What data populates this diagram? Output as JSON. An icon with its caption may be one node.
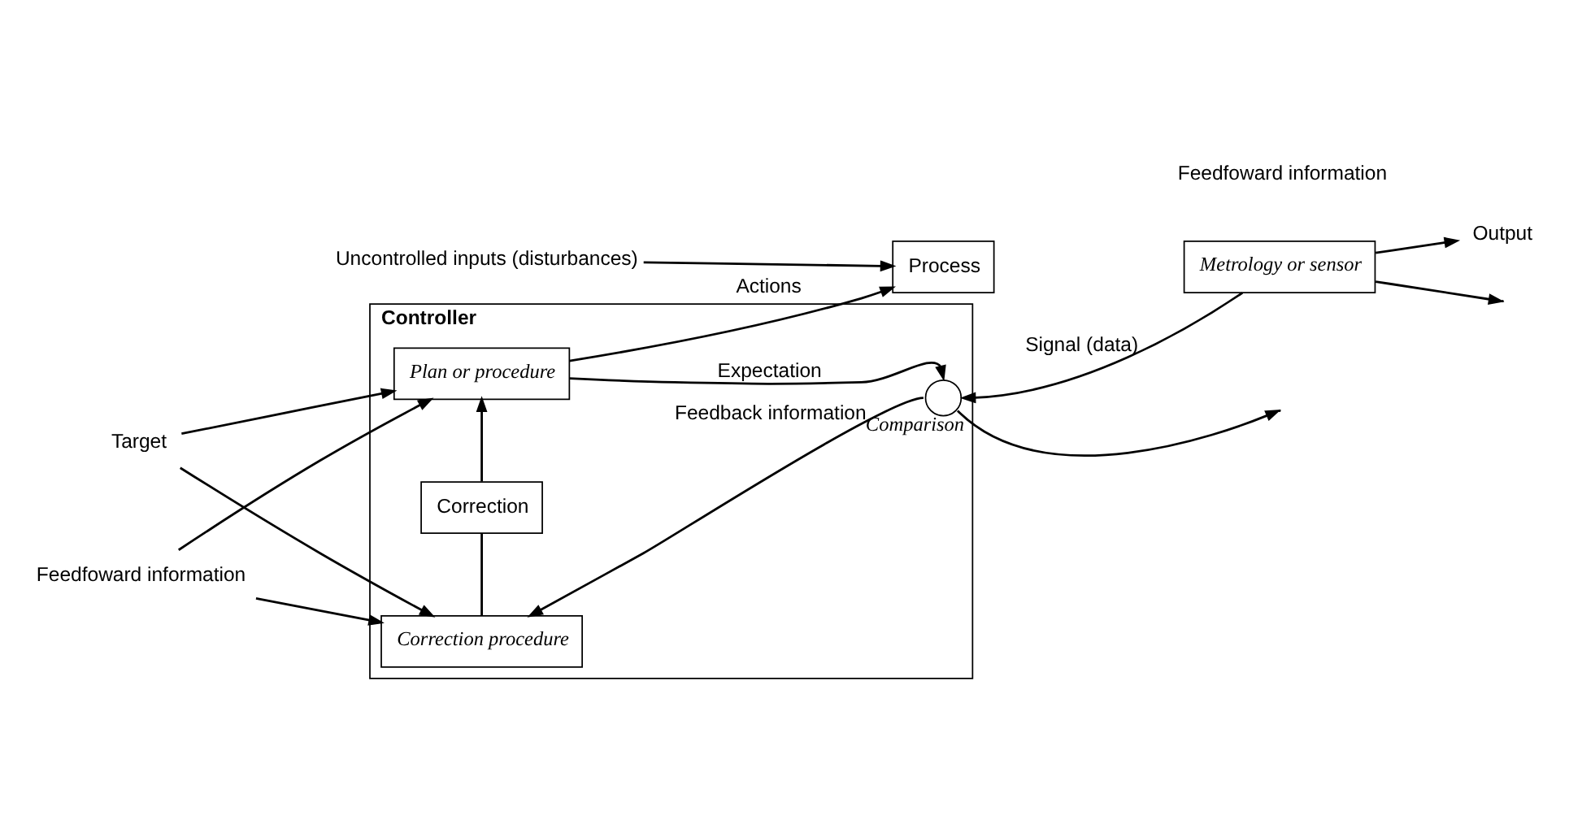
{
  "diagram": {
    "nodes": [
      {
        "text": [
          "Controller"
        ]
      },
      {
        "text": [
          "Target"
        ]
      },
      {
        "text": [
          "Feedfoward information"
        ]
      },
      {
        "text": [
          "Plan or procedure"
        ],
        "in": 0
      },
      {
        "text": [
          "Correction"
        ],
        "in": 0
      },
      {
        "text": [
          "Correction procedure"
        ],
        "in": 0
      },
      {
        "text": [
          "Process"
        ]
      },
      {
        "text": [
          "Uncontrolled inputs (disturbances)"
        ]
      },
      {
        "text": [
          "Metrology or sensor"
        ]
      },
      {
        "text": [
          "Output"
        ]
      },
      {
        "text": [],
        "shape": "circle",
        "beside": [
          "Comparison"
        ],
        "in": 0
      }
    ],
    "edges": [
      {
        "from": 1,
        "to": 3,
        "arrow": "to"
      },
      {
        "from": 1,
        "to": 5,
        "arrow": "to"
      },
      {
        "from": 2,
        "to": 3,
        "arrow": "to"
      },
      {
        "from": 2,
        "to": 5,
        "arrow": "to"
      },
      {
        "from": 3,
        "to": 6,
        "arrow": "to",
        "label": "Actions"
      },
      {
        "from": 7,
        "to": 6,
        "arrow": "to"
      },
      {
        "from": 3,
        "to": 10,
        "arrow": "to",
        "label": "Expectation"
      },
      {
        "from": 8,
        "to": 9,
        "arrow": "to"
      },
      {
        "from": 8,
        "to": 10,
        "arrow": "to",
        "label": "Signal (data)"
      },
      {
        "from": 8,
        "to": null,
        "arrow": "to"
      },
      {
        "from": 10,
        "to": 5,
        "arrow": "to",
        "label": "Feedback information"
      },
      {
        "from": 10,
        "to": null,
        "arrow": "to"
      },
      {
        "from": 5,
        "to": 4,
        "arrow": "none"
      },
      {
        "from": 4,
        "to": 3,
        "arrow": "to"
      }
    ],
    "labels": [
      "Feedfoward information"
    ]
  }
}
